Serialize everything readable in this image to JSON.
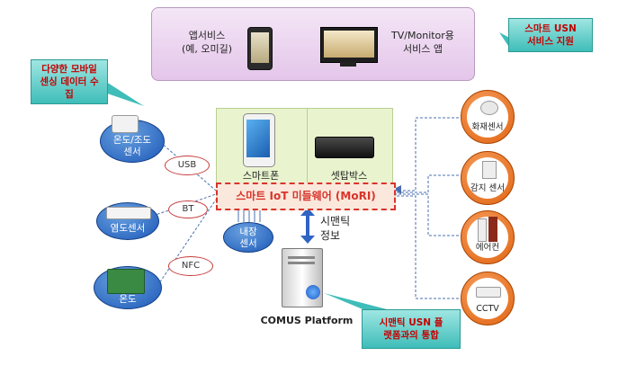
{
  "app_panel": {
    "app_service_line1": "앱서비스",
    "app_service_line2": "(예, 오미길)",
    "tv_service_line1": "TV/Monitor용",
    "tv_service_line2": "서비스 앱"
  },
  "callouts": {
    "usn_service_line1": "스마트 USN",
    "usn_service_line2": "서비스 지원",
    "mobile_sensing_line1": "다양한 모바일",
    "mobile_sensing_line2": "센싱 데이터 수",
    "mobile_sensing_line3": "집",
    "platform_integration_line1": "시맨틱 USN 플",
    "platform_integration_line2": "랫폼과의 통합"
  },
  "devices": {
    "smartphone": "스마트폰",
    "settop": "셋탑박스",
    "middleware": "스마트 IoT 미들웨어 (MoRI)",
    "internal_sensor_line1": "내장",
    "internal_sensor_line2": "센서",
    "semantic_line1": "시맨틱",
    "semantic_line2": "정보",
    "platform": "COMUS Platform"
  },
  "left_sensors": {
    "temp_light_line1": "온도/조도",
    "temp_light_line2": "센서",
    "salinity": "염도센서",
    "temperature": "온도"
  },
  "connections": {
    "usb": "USB",
    "bt": "BT",
    "nfc": "NFC"
  },
  "right_sensors": {
    "fire": "화재센서",
    "motion": "감지 센서",
    "aircon": "에어컨",
    "cctv": "CCTV"
  },
  "colors": {
    "accent_red": "#d9342b",
    "oval_blue": "#1c58b8",
    "circle_orange": "#e0620e",
    "callout_teal": "#3fbdb9"
  }
}
